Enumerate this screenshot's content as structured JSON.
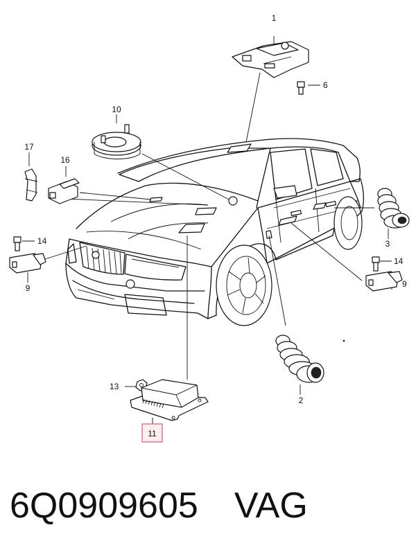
{
  "callouts": {
    "c1": "1",
    "c2": "2",
    "c3": "3",
    "c6": "6",
    "c9_left": "9",
    "c9_right": "9",
    "c10": "10",
    "c11": "11",
    "c13": "13",
    "c14_left": "14",
    "c14_right": "14",
    "c16": "16",
    "c17": "17"
  },
  "caption": {
    "part_number": "6Q0909605",
    "brand": "VAG"
  },
  "highlight_color": "#e05a6a"
}
